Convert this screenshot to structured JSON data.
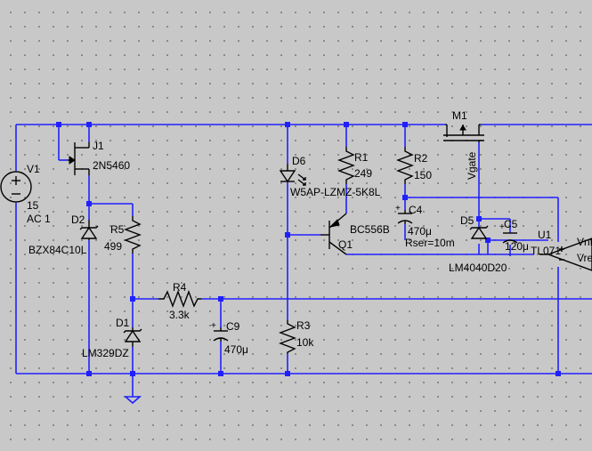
{
  "schematic": {
    "components": {
      "v1": {
        "ref": "V1",
        "value": "15",
        "extra": "AC 1"
      },
      "j1": {
        "ref": "J1",
        "value": "2N5460"
      },
      "d2": {
        "ref": "D2",
        "value": "BZX84C10L"
      },
      "r5": {
        "ref": "R5",
        "value": "499"
      },
      "d1": {
        "ref": "D1",
        "value": "LM329DZ"
      },
      "r4": {
        "ref": "R4",
        "value": "3.3k"
      },
      "c9": {
        "ref": "C9",
        "value": "470μ"
      },
      "d6": {
        "ref": "D6",
        "value": "W5AP-LZMZ-5K8L"
      },
      "r3": {
        "ref": "R3",
        "value": "10k"
      },
      "r1": {
        "ref": "R1",
        "value": "249"
      },
      "q1": {
        "ref": "Q1",
        "value": "BC556B"
      },
      "r2": {
        "ref": "R2",
        "value": "150"
      },
      "c4": {
        "ref": "C4",
        "value": "470μ",
        "extra": "Rser=10m"
      },
      "m1": {
        "ref": "M1"
      },
      "d5": {
        "ref": "D5",
        "value": "LM4040D20"
      },
      "c5": {
        "ref": "C5",
        "value": "120μ"
      },
      "u1": {
        "ref": "U1",
        "value": "TL071"
      }
    },
    "net_labels": {
      "vgate": "Vgate",
      "vnfb": "Vnf",
      "vref": "Vre"
    }
  }
}
